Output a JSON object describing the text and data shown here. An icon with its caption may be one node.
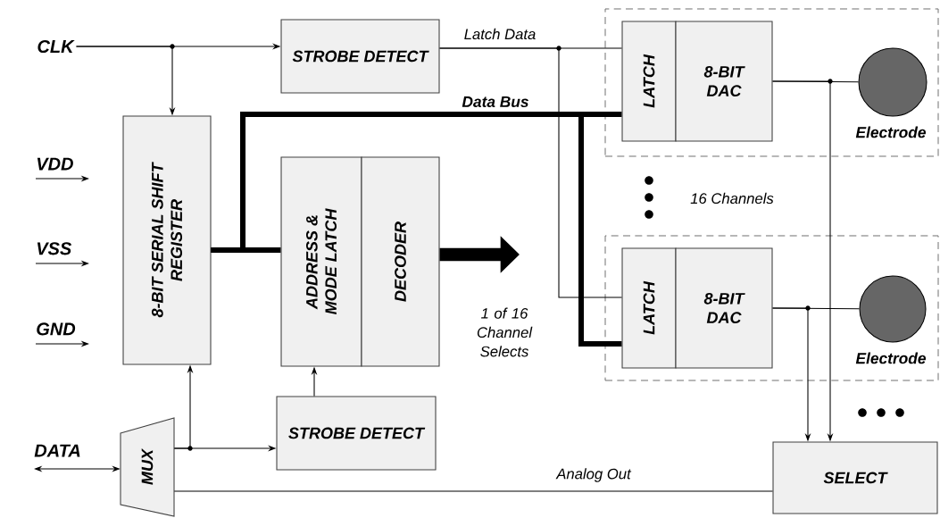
{
  "diagram": {
    "nodes": [
      {
        "text": [
          "CLK"
        ]
      },
      {
        "text": [
          "VDD"
        ]
      },
      {
        "text": [
          "VSS"
        ]
      },
      {
        "text": [
          "GND"
        ]
      },
      {
        "text": [
          "DATA"
        ]
      },
      {
        "text": [
          "8-BIT SERIAL SHIFT REGISTER"
        ]
      },
      {
        "text": [
          "STROBE DETECT"
        ]
      },
      {
        "text": [
          "ADDRESS & MODE LATCH"
        ]
      },
      {
        "text": [
          "DECODER"
        ]
      },
      {
        "text": [
          "MUX"
        ]
      },
      {
        "text": [
          "STROBE DETECT"
        ]
      },
      {
        "text": [],
        "shape": "box"
      },
      {
        "text": [
          "LATCH"
        ],
        "in": 11
      },
      {
        "text": [
          "8-BIT DAC"
        ],
        "in": 11
      },
      {
        "text": [],
        "shape": "circle",
        "beside": [
          "Electrode"
        ],
        "in": 11
      },
      {
        "text": [],
        "shape": "box"
      },
      {
        "text": [
          "LATCH"
        ],
        "in": 15
      },
      {
        "text": [
          "8-BIT DAC"
        ],
        "in": 15
      },
      {
        "text": [],
        "shape": "circle",
        "beside": [
          "Electrode"
        ],
        "in": 15
      },
      {
        "text": [
          "SELECT"
        ]
      }
    ],
    "edges": [
      {
        "from": 0,
        "to": 6,
        "arrow": "to"
      },
      {
        "from": 0,
        "to": 5,
        "arrow": "to"
      },
      {
        "from": 1,
        "to": null,
        "arrow": "to"
      },
      {
        "from": 2,
        "to": null,
        "arrow": "to"
      },
      {
        "from": 3,
        "to": null,
        "arrow": "to"
      },
      {
        "from": 4,
        "to": 9,
        "arrow": "both"
      },
      {
        "from": 9,
        "to": 5,
        "arrow": "to"
      },
      {
        "from": 9,
        "to": 10,
        "arrow": "to"
      },
      {
        "from": 10,
        "to": 7,
        "arrow": "to"
      },
      {
        "from": 6,
        "to": 12,
        "arrow": "none",
        "label": "Latch Data"
      },
      {
        "from": 6,
        "to": 16,
        "arrow": "none"
      },
      {
        "from": 5,
        "to": 7,
        "arrow": "none",
        "style": "thick"
      },
      {
        "from": 5,
        "to": 12,
        "arrow": "none",
        "style": "thick",
        "label": "Data Bus"
      },
      {
        "from": 5,
        "to": 16,
        "arrow": "none",
        "style": "thick"
      },
      {
        "from": 8,
        "to": null,
        "arrow": "to",
        "style": "thick"
      },
      {
        "from": 13,
        "to": 14,
        "arrow": "none"
      },
      {
        "from": 13,
        "to": 19,
        "arrow": "to"
      },
      {
        "from": 17,
        "to": 18,
        "arrow": "none"
      },
      {
        "from": 17,
        "to": 19,
        "arrow": "to"
      },
      {
        "from": 19,
        "to": 9,
        "arrow": "none",
        "label": "Analog Out"
      }
    ],
    "labels": [
      "16 Channels",
      "1 of 16 Channel Selects"
    ]
  }
}
